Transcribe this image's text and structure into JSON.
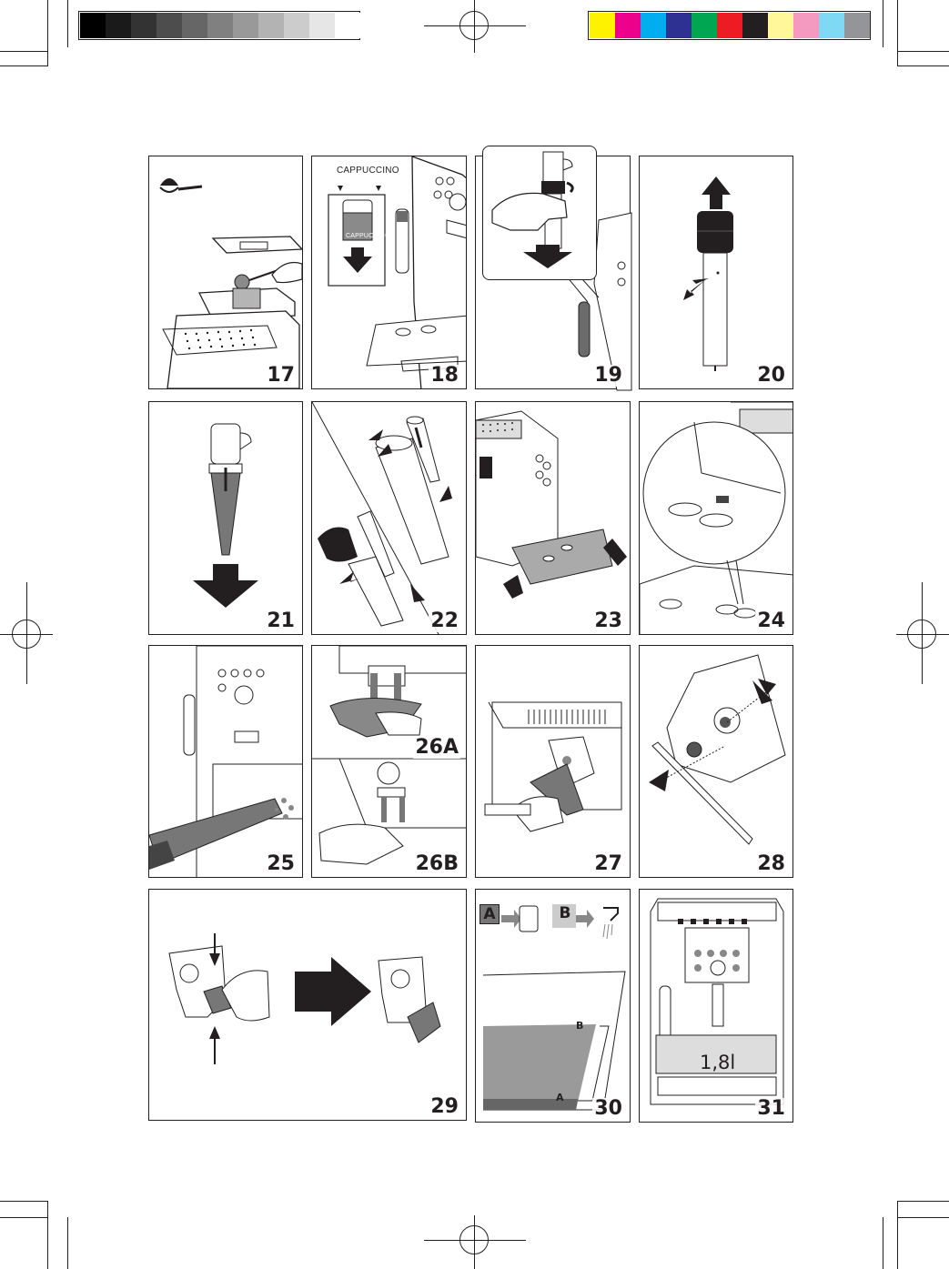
{
  "grayscale_bar": [
    "#000000",
    "#1a1a1a",
    "#333333",
    "#4d4d4d",
    "#666666",
    "#808080",
    "#999999",
    "#b3b3b3",
    "#cccccc",
    "#e6e6e6",
    "#ffffff"
  ],
  "color_bar": [
    "#fff200",
    "#ec008c",
    "#00aeef",
    "#2e3192",
    "#00a651",
    "#ed1c24",
    "#231f20",
    "#fff799",
    "#f49ac1",
    "#7fd9f5",
    "#939598"
  ],
  "panels": {
    "p17": {
      "number": "17"
    },
    "p18": {
      "number": "18",
      "cappuccino_label": "CAPPUCCINO",
      "nozzle_label": "CAPPUCCINO"
    },
    "p19": {
      "number": "19"
    },
    "p20": {
      "number": "20"
    },
    "p21": {
      "number": "21"
    },
    "p22": {
      "number": "22"
    },
    "p23": {
      "number": "23"
    },
    "p24": {
      "number": "24"
    },
    "p25": {
      "number": "25"
    },
    "p26a": {
      "number": "26A"
    },
    "p26b": {
      "number": "26B"
    },
    "p27": {
      "number": "27"
    },
    "p28": {
      "number": "28"
    },
    "p29": {
      "number": "29"
    },
    "p30": {
      "number": "30",
      "tag_a": "A",
      "tag_b": "B",
      "level_b": "B",
      "level_a": "A"
    },
    "p31": {
      "number": "31",
      "volume": "1,8l"
    }
  }
}
